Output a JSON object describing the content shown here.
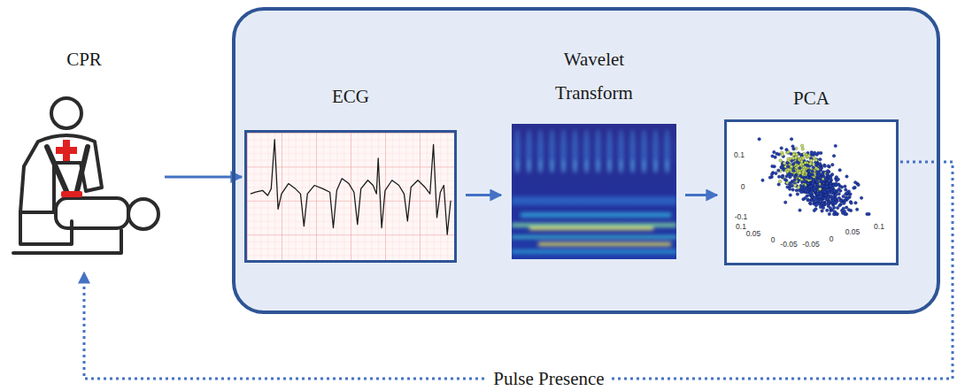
{
  "diagram": {
    "nodes": [
      {
        "text": [
          "CPR"
        ]
      },
      {
        "text": []
      },
      {
        "text": [
          "ECG"
        ],
        "in": 1
      },
      {
        "text": [
          "Wavelet Transform"
        ],
        "in": 1
      },
      {
        "text": [
          "PCA"
        ],
        "in": 1
      }
    ],
    "edges": [
      {
        "from": 0,
        "to": 2,
        "arrow": "to"
      },
      {
        "from": 2,
        "to": 3,
        "arrow": "to"
      },
      {
        "from": 3,
        "to": 4,
        "arrow": "to"
      },
      {
        "from": 4,
        "to": 0,
        "label": "Pulse Presence",
        "arrow": "to"
      }
    ],
    "labels": [
      "0.1",
      "0",
      "-0.1",
      "0.1",
      "0.05",
      "0",
      "-0.05",
      "-0.05",
      "0",
      "0.05",
      "0.1"
    ]
  }
}
